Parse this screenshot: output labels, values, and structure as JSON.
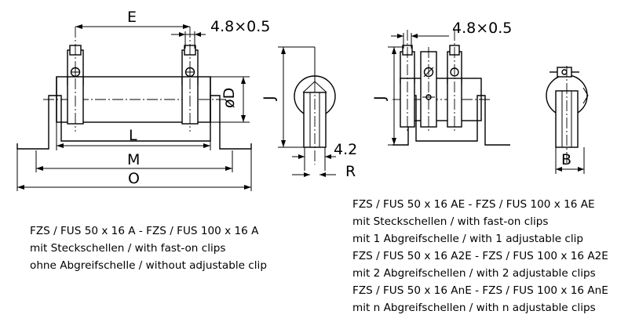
{
  "dimensions": {
    "E": "E",
    "clip_spec_left": "4.8×0.5",
    "clip_spec_right": "4.8×0.5",
    "oD": "øD",
    "L": "L",
    "M": "M",
    "O": "O",
    "J_side": "J",
    "J_right": "J",
    "t42": "4.2",
    "R": "R",
    "B": "B"
  },
  "caption_left": {
    "lines": [
      "FZS / FUS 50 x 16 A - FZS / FUS 100 x 16 A",
      "mit Steckschellen / with fast-on clips",
      "ohne Abgreifschelle / without adjustable clip"
    ]
  },
  "caption_right": {
    "lines": [
      "FZS / FUS 50 x 16 AE - FZS / FUS 100 x 16 AE",
      "mit Steckschellen / with fast-on clips",
      "mit 1 Abgreifschelle / with 1 adjustable clip",
      "FZS / FUS 50 x 16 A2E - FZS / FUS 100 x 16 A2E",
      "mit 2 Abgreifschellen / with 2 adjustable clips",
      "FZS / FUS 50 x 16 AnE - FZS / FUS 100 x 16 AnE",
      "mit n Abgreifschellen / with n adjustable clips"
    ]
  },
  "colors": {
    "line": "#000000",
    "background": "#ffffff"
  }
}
